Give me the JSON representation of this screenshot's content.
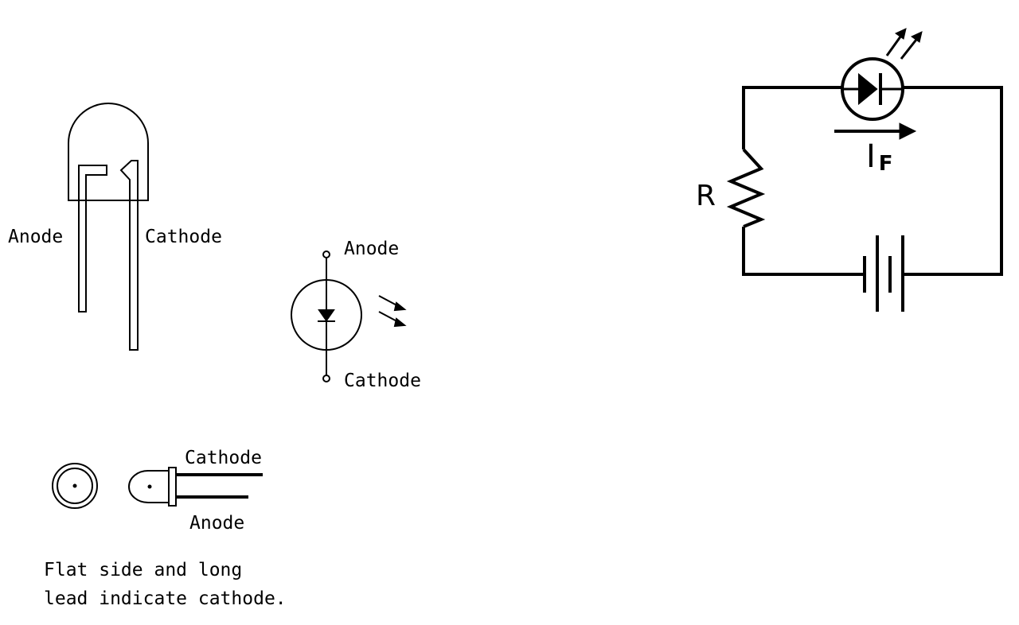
{
  "led_physical": {
    "anode_label": "Anode",
    "cathode_label": "Cathode"
  },
  "led_symbol": {
    "anode_label": "Anode",
    "cathode_label": "Cathode"
  },
  "led_side_view": {
    "cathode_label": "Cathode",
    "anode_label": "Anode",
    "caption_line1": "Flat side and long",
    "caption_line2": "lead indicate cathode."
  },
  "circuit": {
    "resistor_label": "R",
    "current_label": "I",
    "current_subscript": "F"
  }
}
